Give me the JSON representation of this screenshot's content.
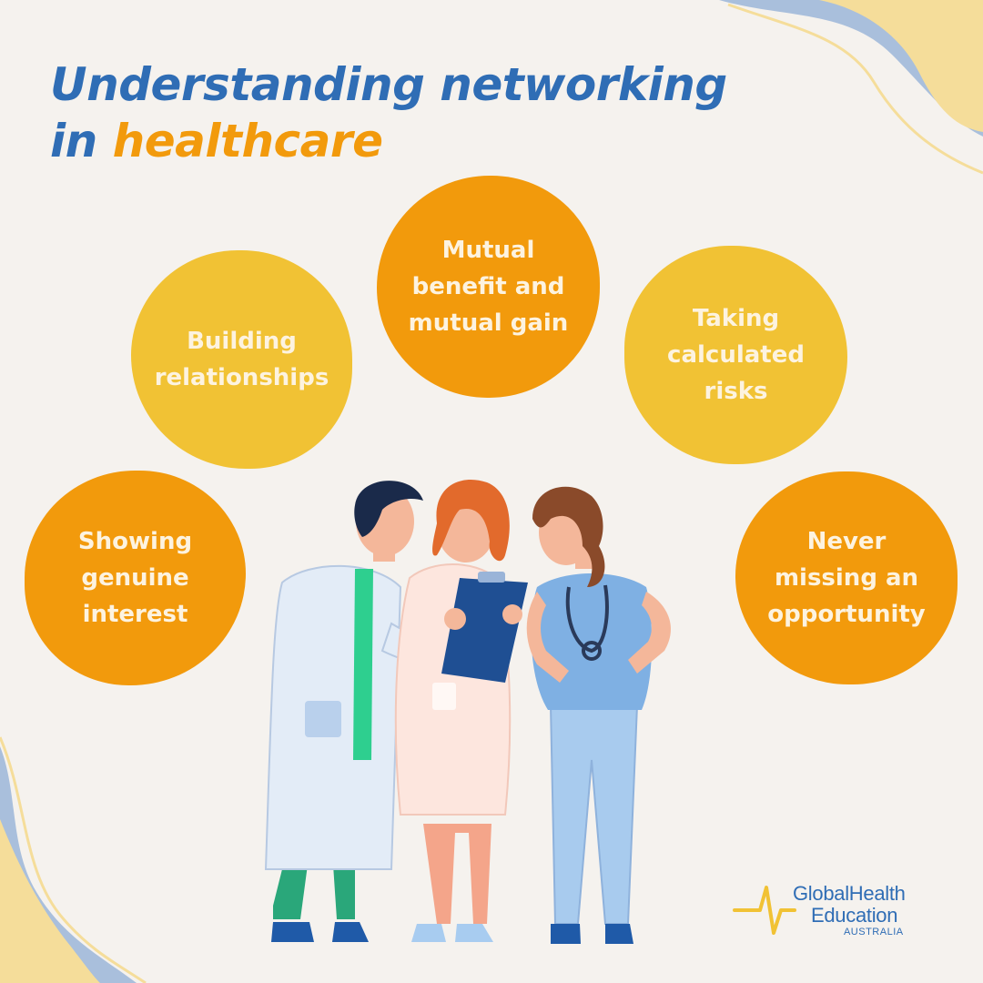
{
  "title": {
    "line1": "Understanding networking",
    "line2_prefix": "in ",
    "line2_accent": "healthcare"
  },
  "bubbles": {
    "interest": "Showing\ngenuine\ninterest",
    "build": "Building\nrelationships",
    "mutual": "Mutual\nbenefit and\nmutual gain",
    "risk": "Taking\ncalculated\nrisks",
    "never": "Never\nmissing an\nopportunity"
  },
  "logo": {
    "line1": "GlobalHealth",
    "line2": "Education",
    "line3": "AUSTRALIA"
  },
  "colors": {
    "background": "#f5f2ee",
    "title_blue": "#2f6db5",
    "accent_orange": "#f29a0c",
    "bubble_yellow": "#f1c234",
    "deco_blue": "#a9bfdc",
    "deco_yellow": "#f5dd9a"
  },
  "illustration": {
    "icon": "healthcare-workers-illustration"
  }
}
